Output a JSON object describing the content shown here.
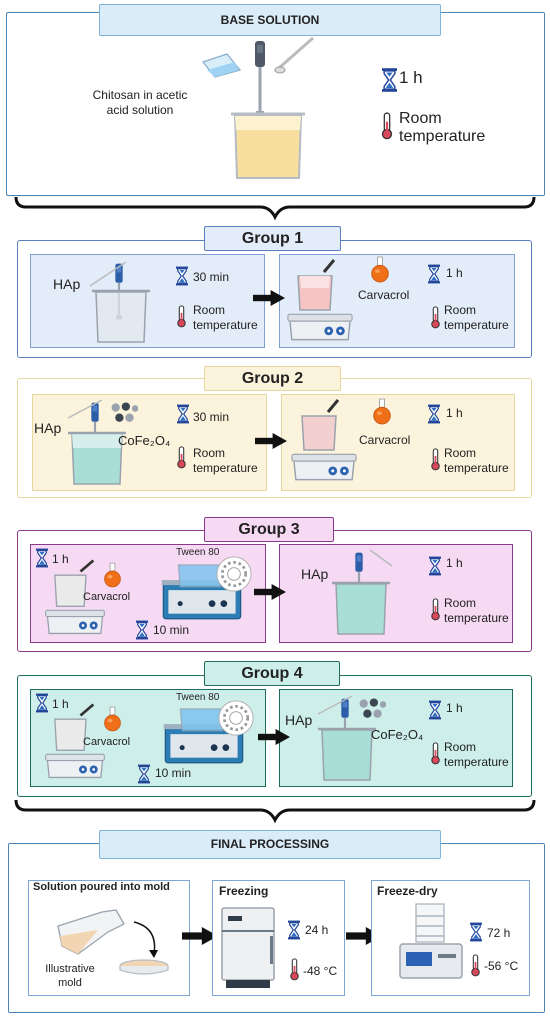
{
  "base": {
    "title": "BASE SOLUTION",
    "label": "Chitosan in acetic acid solution",
    "time": "1 h",
    "temp": "Room temperature"
  },
  "groups": [
    {
      "title": "Group 1",
      "left": {
        "reagent": "HAp",
        "time": "30 min",
        "temp": "Room temperature"
      },
      "right": {
        "reagent": "Carvacrol",
        "time": "1 h",
        "temp": "Room temperature"
      }
    },
    {
      "title": "Group 2",
      "left": {
        "reagent": "HAp",
        "additive": "CoFe₂O₄",
        "time": "30 min",
        "temp": "Room temperature"
      },
      "right": {
        "reagent": "Carvacrol",
        "time": "1 h",
        "temp": "Room temperature"
      }
    },
    {
      "title": "Group 3",
      "left": {
        "time1": "1 h",
        "reagent": "Carvacrol",
        "surfactant": "Tween 80",
        "time2": "10 min"
      },
      "right": {
        "reagent": "HAp",
        "time": "1 h",
        "temp": "Room temperature"
      }
    },
    {
      "title": "Group 4",
      "left": {
        "time1": "1 h",
        "reagent": "Carvacrol",
        "surfactant": "Tween 80",
        "time2": "10 min"
      },
      "right": {
        "reagent": "HAp",
        "additive": "CoFe₂O₄",
        "time": "1 h",
        "temp": "Room temperature"
      }
    }
  ],
  "final": {
    "title": "FINAL PROCESSING",
    "steps": [
      {
        "title": "Solution poured into mold",
        "label": "Illustrative mold"
      },
      {
        "title": "Freezing",
        "time": "24 h",
        "temp": "-48 °C"
      },
      {
        "title": "Freeze-dry",
        "time": "72 h",
        "temp": "-56 °C"
      }
    ]
  },
  "colors": {
    "blue_border": "#5b7fc0",
    "blue_fill": "#e3ecf9",
    "yellow_border": "#e6d6a0",
    "yellow_fill": "#fbf3dc",
    "purple_border": "#8b3a8b",
    "purple_fill": "#f6d9f3",
    "teal_border": "#1f6b5e",
    "teal_fill": "#cdeee9",
    "header_fill": "#d9ecf7"
  },
  "icons": [
    "hourglass-icon",
    "thermometer-icon",
    "homogenizer-icon",
    "beaker-icon",
    "hotplate-stirrer-icon",
    "flask-icon",
    "ultrasonic-bath-icon",
    "freezer-icon",
    "freeze-dryer-icon",
    "arrow-icon",
    "brace-icon"
  ]
}
